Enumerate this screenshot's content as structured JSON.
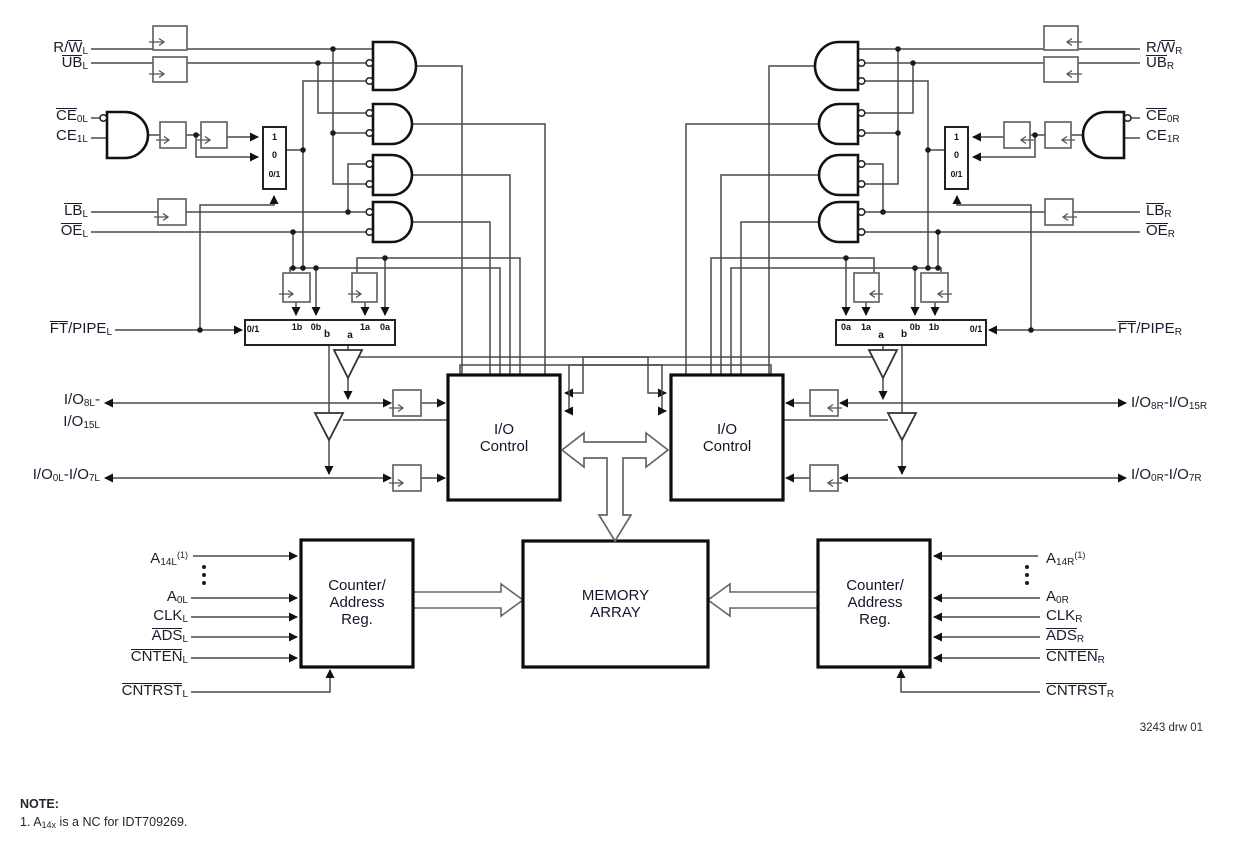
{
  "drawing_number": "3243 drw 01",
  "note": {
    "heading": "NOTE:",
    "items": [
      [
        {
          "t": "1.  A"
        },
        {
          "t": "14x",
          "s": "sub"
        },
        {
          "t": " is a NC for IDT709269."
        }
      ]
    ]
  },
  "blocks": {
    "io_control_left": {
      "line1": "I/O",
      "line2": "Control"
    },
    "io_control_right": {
      "line1": "I/O",
      "line2": "Control"
    },
    "memory_array": {
      "line1": "MEMORY",
      "line2": "ARRAY"
    },
    "counter_left": {
      "line1": "Counter/",
      "line2": "Address",
      "line3": "Reg."
    },
    "counter_right": {
      "line1": "Counter/",
      "line2": "Address",
      "line3": "Reg."
    }
  },
  "mux": {
    "small_left": {
      "in1": "1",
      "in0": "0",
      "sel": "0/1"
    },
    "small_right": {
      "in1": "1",
      "in0": "0",
      "sel": "0/1"
    },
    "big_left": {
      "sel": "0/1",
      "p1": "1b",
      "p2": "0b",
      "p3": "b",
      "p4": "a",
      "p5": "1a",
      "p6": "0a"
    },
    "big_right": {
      "p1": "0a",
      "p2": "1a",
      "p3": "a",
      "p4": "b",
      "p5": "0b",
      "p6": "1b",
      "sel": "0/1"
    }
  },
  "signals_left": {
    "rw": [
      {
        "t": "R/"
      },
      {
        "t": "W",
        "s": "ov"
      },
      {
        "t": "L",
        "s": "sub"
      }
    ],
    "ub": [
      {
        "t": "UB",
        "s": "ov"
      },
      {
        "t": "L",
        "s": "sub"
      }
    ],
    "ce0": [
      {
        "t": "CE",
        "s": "ov"
      },
      {
        "t": "0L",
        "s": "sub"
      }
    ],
    "ce1": [
      {
        "t": "CE"
      },
      {
        "t": "1L",
        "s": "sub"
      }
    ],
    "lb": [
      {
        "t": "LB",
        "s": "ov"
      },
      {
        "t": "L",
        "s": "sub"
      }
    ],
    "oe": [
      {
        "t": "OE",
        "s": "ov"
      },
      {
        "t": "L",
        "s": "sub"
      }
    ],
    "ftpipe": [
      {
        "t": "FT",
        "s": "ov"
      },
      {
        "t": "/PIPE"
      },
      {
        "t": "L",
        "s": "sub"
      }
    ],
    "io_hi_1": [
      {
        "t": "I/O"
      },
      {
        "t": "8L",
        "s": "sub"
      },
      {
        "t": "-"
      }
    ],
    "io_hi_2": [
      {
        "t": "I/O"
      },
      {
        "t": "15L",
        "s": "sub"
      }
    ],
    "io_lo": [
      {
        "t": "I/O"
      },
      {
        "t": "0L",
        "s": "sub"
      },
      {
        "t": "-I/O"
      },
      {
        "t": "7L",
        "s": "sub"
      }
    ],
    "a14": [
      {
        "t": "A"
      },
      {
        "t": "14L",
        "s": "sub"
      },
      {
        "t": "(1)",
        "s": "sup"
      }
    ],
    "a0": [
      {
        "t": "A"
      },
      {
        "t": "0L",
        "s": "sub"
      }
    ],
    "clk": [
      {
        "t": "CLK"
      },
      {
        "t": "L",
        "s": "sub"
      }
    ],
    "ads": [
      {
        "t": "ADS",
        "s": "ov"
      },
      {
        "t": "L",
        "s": "sub"
      }
    ],
    "cnten": [
      {
        "t": "CNTEN",
        "s": "ov"
      },
      {
        "t": "L",
        "s": "sub"
      }
    ],
    "cntrst": [
      {
        "t": "CNTRST",
        "s": "ov"
      },
      {
        "t": "L",
        "s": "sub"
      }
    ]
  },
  "signals_right": {
    "rw": [
      {
        "t": "R/"
      },
      {
        "t": "W",
        "s": "ov"
      },
      {
        "t": "R",
        "s": "sub"
      }
    ],
    "ub": [
      {
        "t": "UB",
        "s": "ov"
      },
      {
        "t": "R",
        "s": "sub"
      }
    ],
    "ce0": [
      {
        "t": "CE",
        "s": "ov"
      },
      {
        "t": "0R",
        "s": "sub"
      }
    ],
    "ce1": [
      {
        "t": "CE"
      },
      {
        "t": "1R",
        "s": "sub"
      }
    ],
    "lb": [
      {
        "t": "LB",
        "s": "ov"
      },
      {
        "t": "R",
        "s": "sub"
      }
    ],
    "oe": [
      {
        "t": "OE",
        "s": "ov"
      },
      {
        "t": "R",
        "s": "sub"
      }
    ],
    "ftpipe": [
      {
        "t": "FT",
        "s": "ov"
      },
      {
        "t": "/PIPE"
      },
      {
        "t": "R",
        "s": "sub"
      }
    ],
    "io_hi": [
      {
        "t": "I/O"
      },
      {
        "t": "8R",
        "s": "sub"
      },
      {
        "t": "-I/O"
      },
      {
        "t": "15R",
        "s": "sub"
      }
    ],
    "io_lo": [
      {
        "t": "I/O"
      },
      {
        "t": "0R",
        "s": "sub"
      },
      {
        "t": "-I/O"
      },
      {
        "t": "7R",
        "s": "sub"
      }
    ],
    "a14": [
      {
        "t": "A"
      },
      {
        "t": "14R",
        "s": "sub"
      },
      {
        "t": "(1)",
        "s": "sup"
      }
    ],
    "a0": [
      {
        "t": "A"
      },
      {
        "t": "0R",
        "s": "sub"
      }
    ],
    "clk": [
      {
        "t": "CLK"
      },
      {
        "t": "R",
        "s": "sub"
      }
    ],
    "ads": [
      {
        "t": "ADS",
        "s": "ov"
      },
      {
        "t": "R",
        "s": "sub"
      }
    ],
    "cnten": [
      {
        "t": "CNTEN",
        "s": "ov"
      },
      {
        "t": "R",
        "s": "sub"
      }
    ],
    "cntrst": [
      {
        "t": "CNTRST",
        "s": "ov"
      },
      {
        "t": "R",
        "s": "sub"
      }
    ]
  },
  "colors": {
    "wire": "#4a4a4a",
    "block_border": "#0d0d0d",
    "text": "#1c1c2c",
    "hollow_arrow": "#666666"
  }
}
